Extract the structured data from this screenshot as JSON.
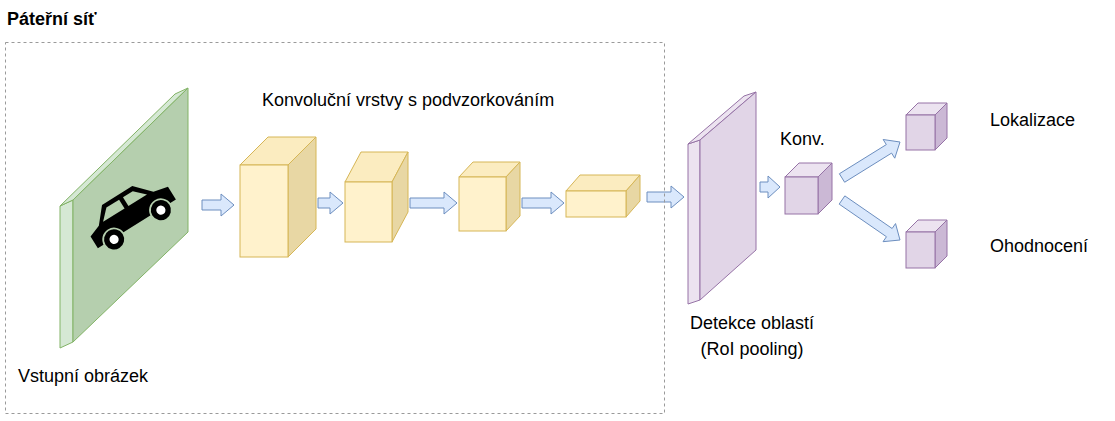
{
  "diagram": {
    "nodes": [
      {
        "text": [
          "Páteřní síť"
        ]
      },
      {
        "text": [
          "Vstupní obrázek"
        ],
        "in": 0
      },
      {
        "text": [
          "Konvoluční vrstvy s podvzorkováním"
        ],
        "in": 0
      },
      {
        "text": [
          "Detekce oblastí (RoI pooling)"
        ]
      },
      {
        "text": [
          "Konv."
        ]
      },
      {
        "text": [
          "Lokalizace"
        ]
      },
      {
        "text": [
          "Ohodnocení"
        ]
      }
    ],
    "edges": [
      {
        "from": 1,
        "to": 2,
        "arrow": "to"
      },
      {
        "from": 2,
        "to": 3,
        "arrow": "to"
      },
      {
        "from": 3,
        "to": 4,
        "arrow": "to"
      },
      {
        "from": 4,
        "to": 5,
        "arrow": "to"
      },
      {
        "from": 4,
        "to": 6,
        "arrow": "to"
      }
    ]
  }
}
